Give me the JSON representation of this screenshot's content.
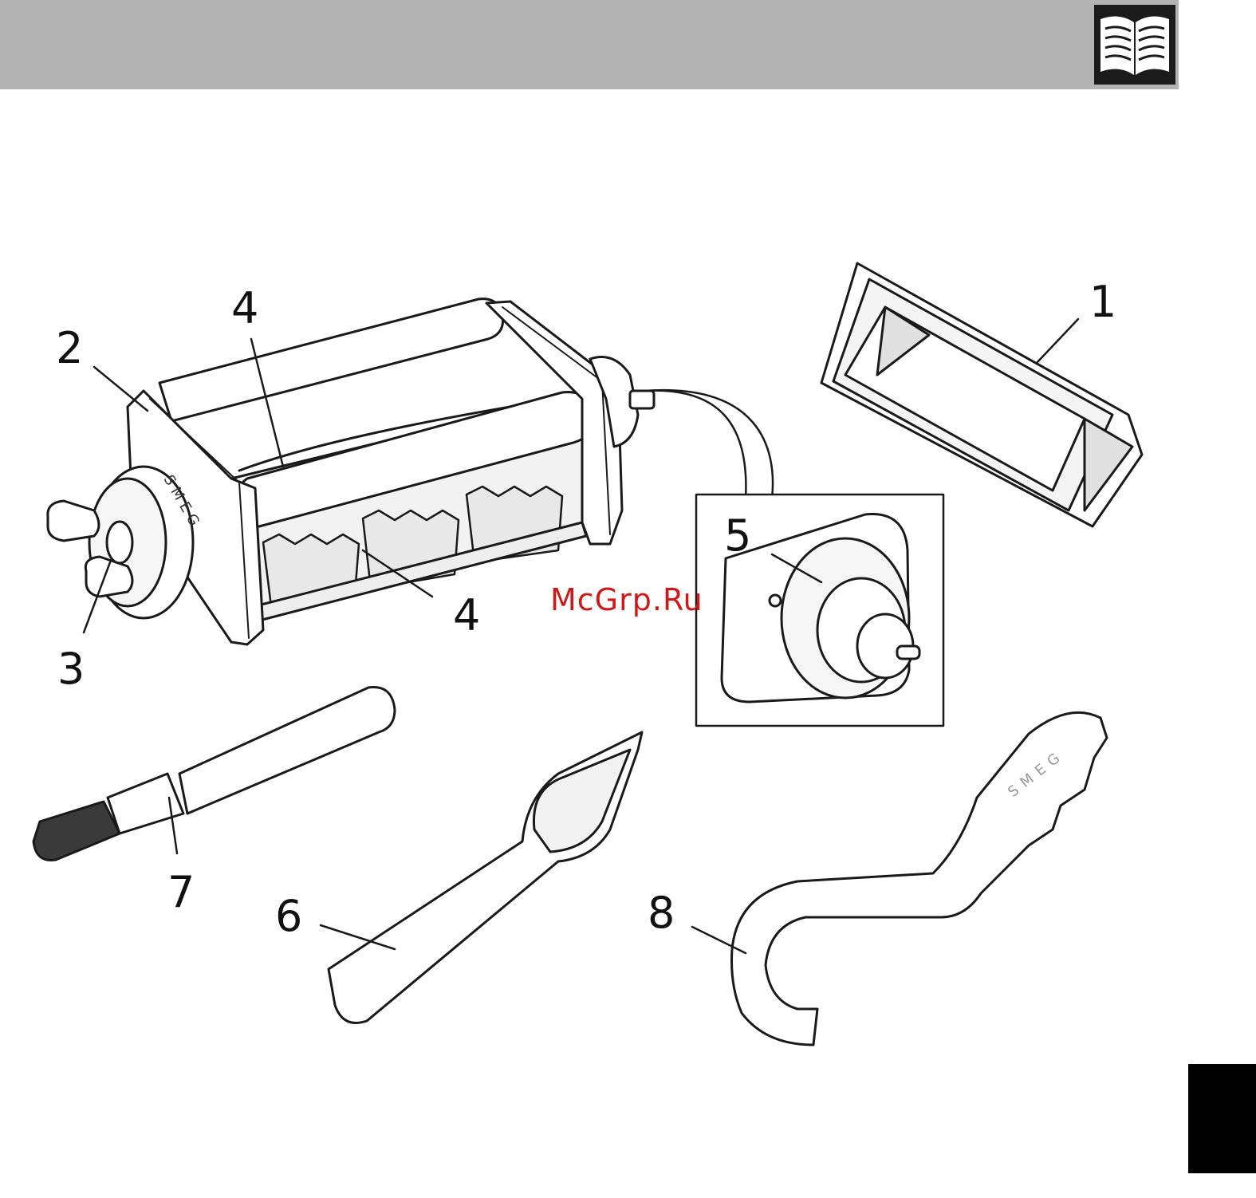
{
  "callouts": {
    "c1": "1",
    "c2": "2",
    "c3": "3",
    "c4a": "4",
    "c4b": "4",
    "c5": "5",
    "c6": "6",
    "c7": "7",
    "c8": "8"
  },
  "brand": {
    "logo_text": "SMEG"
  },
  "watermark": "McGrp.Ru",
  "icons": {
    "header": "open-book-icon"
  },
  "colors": {
    "header_band": "#b3b3b3",
    "icon_box": "#1b1b1b",
    "side_tab": "#000000",
    "watermark": "#cc1a1a"
  }
}
